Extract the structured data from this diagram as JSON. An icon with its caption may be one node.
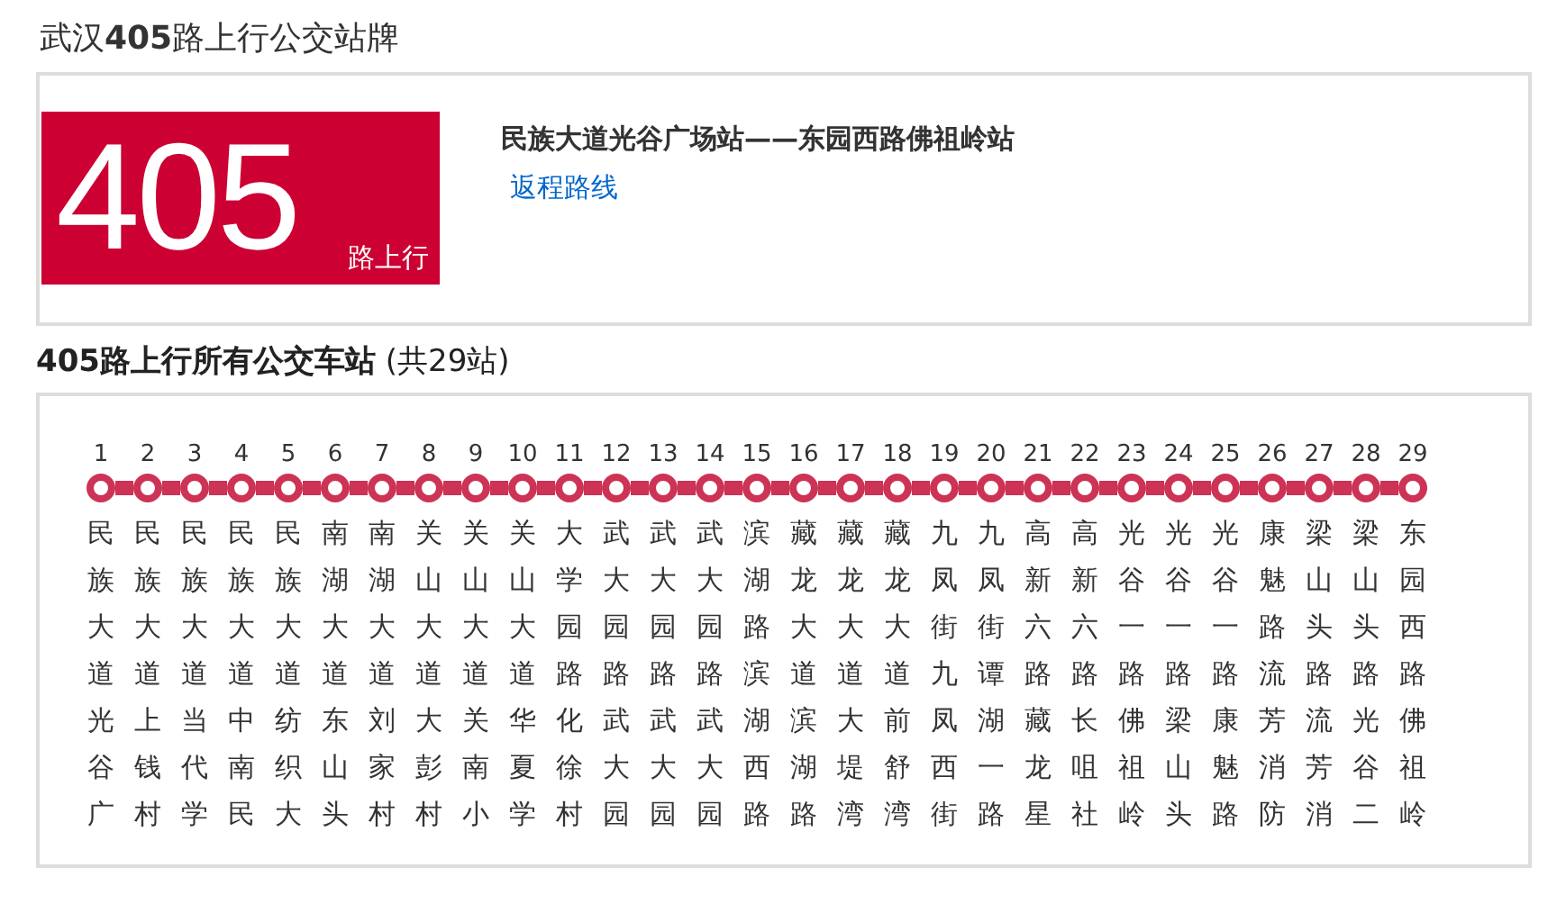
{
  "diagram": {
    "title": "武汉**405**路上行公交站牌",
    "nodes": [
      {
        "text": [],
        "shape": "box"
      },
      {
        "text": [
          "405",
          "路上行"
        ],
        "in": 0
      },
      {
        "text": [
          "民族大道光谷广场站——东园西路佛祖岭站",
          "返程路线"
        ],
        "in": 0
      },
      {
        "text": [
          "**405路上行所有公交车站** (共29站)"
        ]
      },
      {
        "text": [
          "1",
          "民族大道光谷广"
        ],
        "in": 3
      },
      {
        "text": [
          "2",
          "民族大道上钱村"
        ],
        "in": 3
      },
      {
        "text": [
          "3",
          "民族大道当代学"
        ],
        "in": 3
      },
      {
        "text": [
          "4",
          "民族大道中南民"
        ],
        "in": 3
      },
      {
        "text": [
          "5",
          "民族大道纺织大"
        ],
        "in": 3
      },
      {
        "text": [
          "6",
          "南湖大道东山头"
        ],
        "in": 3
      },
      {
        "text": [
          "7",
          "南湖大道刘家村"
        ],
        "in": 3
      },
      {
        "text": [
          "8",
          "关山大道大彭村"
        ],
        "in": 3
      },
      {
        "text": [
          "9",
          "关山大道关南小"
        ],
        "in": 3
      },
      {
        "text": [
          "10",
          "关山大道华夏学"
        ],
        "in": 3
      },
      {
        "text": [
          "11",
          "大学园路化徐村"
        ],
        "in": 3
      },
      {
        "text": [
          "12",
          "武大园路武大园"
        ],
        "in": 3
      },
      {
        "text": [
          "13",
          "武大园路武大园"
        ],
        "in": 3
      },
      {
        "text": [
          "14",
          "武大园路武大园"
        ],
        "in": 3
      },
      {
        "text": [
          "15",
          "滨湖路滨湖西路"
        ],
        "in": 3
      },
      {
        "text": [
          "16",
          "藏龙大道滨湖路"
        ],
        "in": 3
      },
      {
        "text": [
          "17",
          "藏龙大道大堤湾"
        ],
        "in": 3
      },
      {
        "text": [
          "18",
          "藏龙大道前舒湾"
        ],
        "in": 3
      },
      {
        "text": [
          "19",
          "九凤街九凤西街"
        ],
        "in": 3
      },
      {
        "text": [
          "20",
          "九凤街谭湖一路"
        ],
        "in": 3
      },
      {
        "text": [
          "21",
          "高新六路藏龙星"
        ],
        "in": 3
      },
      {
        "text": [
          "22",
          "高新六路长咀社"
        ],
        "in": 3
      },
      {
        "text": [
          "23",
          "光谷一路佛祖岭"
        ],
        "in": 3
      },
      {
        "text": [
          "24",
          "光谷一路梁山头"
        ],
        "in": 3
      },
      {
        "text": [
          "25",
          "光谷一路康魅路"
        ],
        "in": 3
      },
      {
        "text": [
          "26",
          "康魅路流芳消防"
        ],
        "in": 3
      },
      {
        "text": [
          "27",
          "梁山头路流芳消"
        ],
        "in": 3
      },
      {
        "text": [
          "28",
          "梁山头路光谷二"
        ],
        "in": 3
      },
      {
        "text": [
          "29",
          "东园西路佛祖岭"
        ],
        "in": 3
      }
    ],
    "edges": [
      {
        "from": 4,
        "to": 5,
        "arrow": "none"
      },
      {
        "from": 5,
        "to": 6,
        "arrow": "none"
      },
      {
        "from": 6,
        "to": 7,
        "arrow": "none"
      },
      {
        "from": 7,
        "to": 8,
        "arrow": "none"
      },
      {
        "from": 8,
        "to": 9,
        "arrow": "none"
      },
      {
        "from": 9,
        "to": 10,
        "arrow": "none"
      },
      {
        "from": 10,
        "to": 11,
        "arrow": "none"
      },
      {
        "from": 11,
        "to": 12,
        "arrow": "none"
      },
      {
        "from": 12,
        "to": 13,
        "arrow": "none"
      },
      {
        "from": 13,
        "to": 14,
        "arrow": "none"
      },
      {
        "from": 14,
        "to": 15,
        "arrow": "none"
      },
      {
        "from": 15,
        "to": 16,
        "arrow": "none"
      },
      {
        "from": 16,
        "to": 17,
        "arrow": "none"
      },
      {
        "from": 17,
        "to": 18,
        "arrow": "none"
      },
      {
        "from": 18,
        "to": 19,
        "arrow": "none"
      },
      {
        "from": 19,
        "to": 20,
        "arrow": "none"
      },
      {
        "from": 20,
        "to": 21,
        "arrow": "none"
      },
      {
        "from": 21,
        "to": 22,
        "arrow": "none"
      },
      {
        "from": 22,
        "to": 23,
        "arrow": "none"
      },
      {
        "from": 23,
        "to": 24,
        "arrow": "none"
      },
      {
        "from": 24,
        "to": 25,
        "arrow": "none"
      },
      {
        "from": 25,
        "to": 26,
        "arrow": "none"
      },
      {
        "from": 26,
        "to": 27,
        "arrow": "none"
      },
      {
        "from": 27,
        "to": 28,
        "arrow": "none"
      },
      {
        "from": 28,
        "to": 29,
        "arrow": "none"
      },
      {
        "from": 29,
        "to": 30,
        "arrow": "none"
      },
      {
        "from": 30,
        "to": 31,
        "arrow": "none"
      },
      {
        "from": 31,
        "to": 32,
        "arrow": "none"
      }
    ]
  }
}
